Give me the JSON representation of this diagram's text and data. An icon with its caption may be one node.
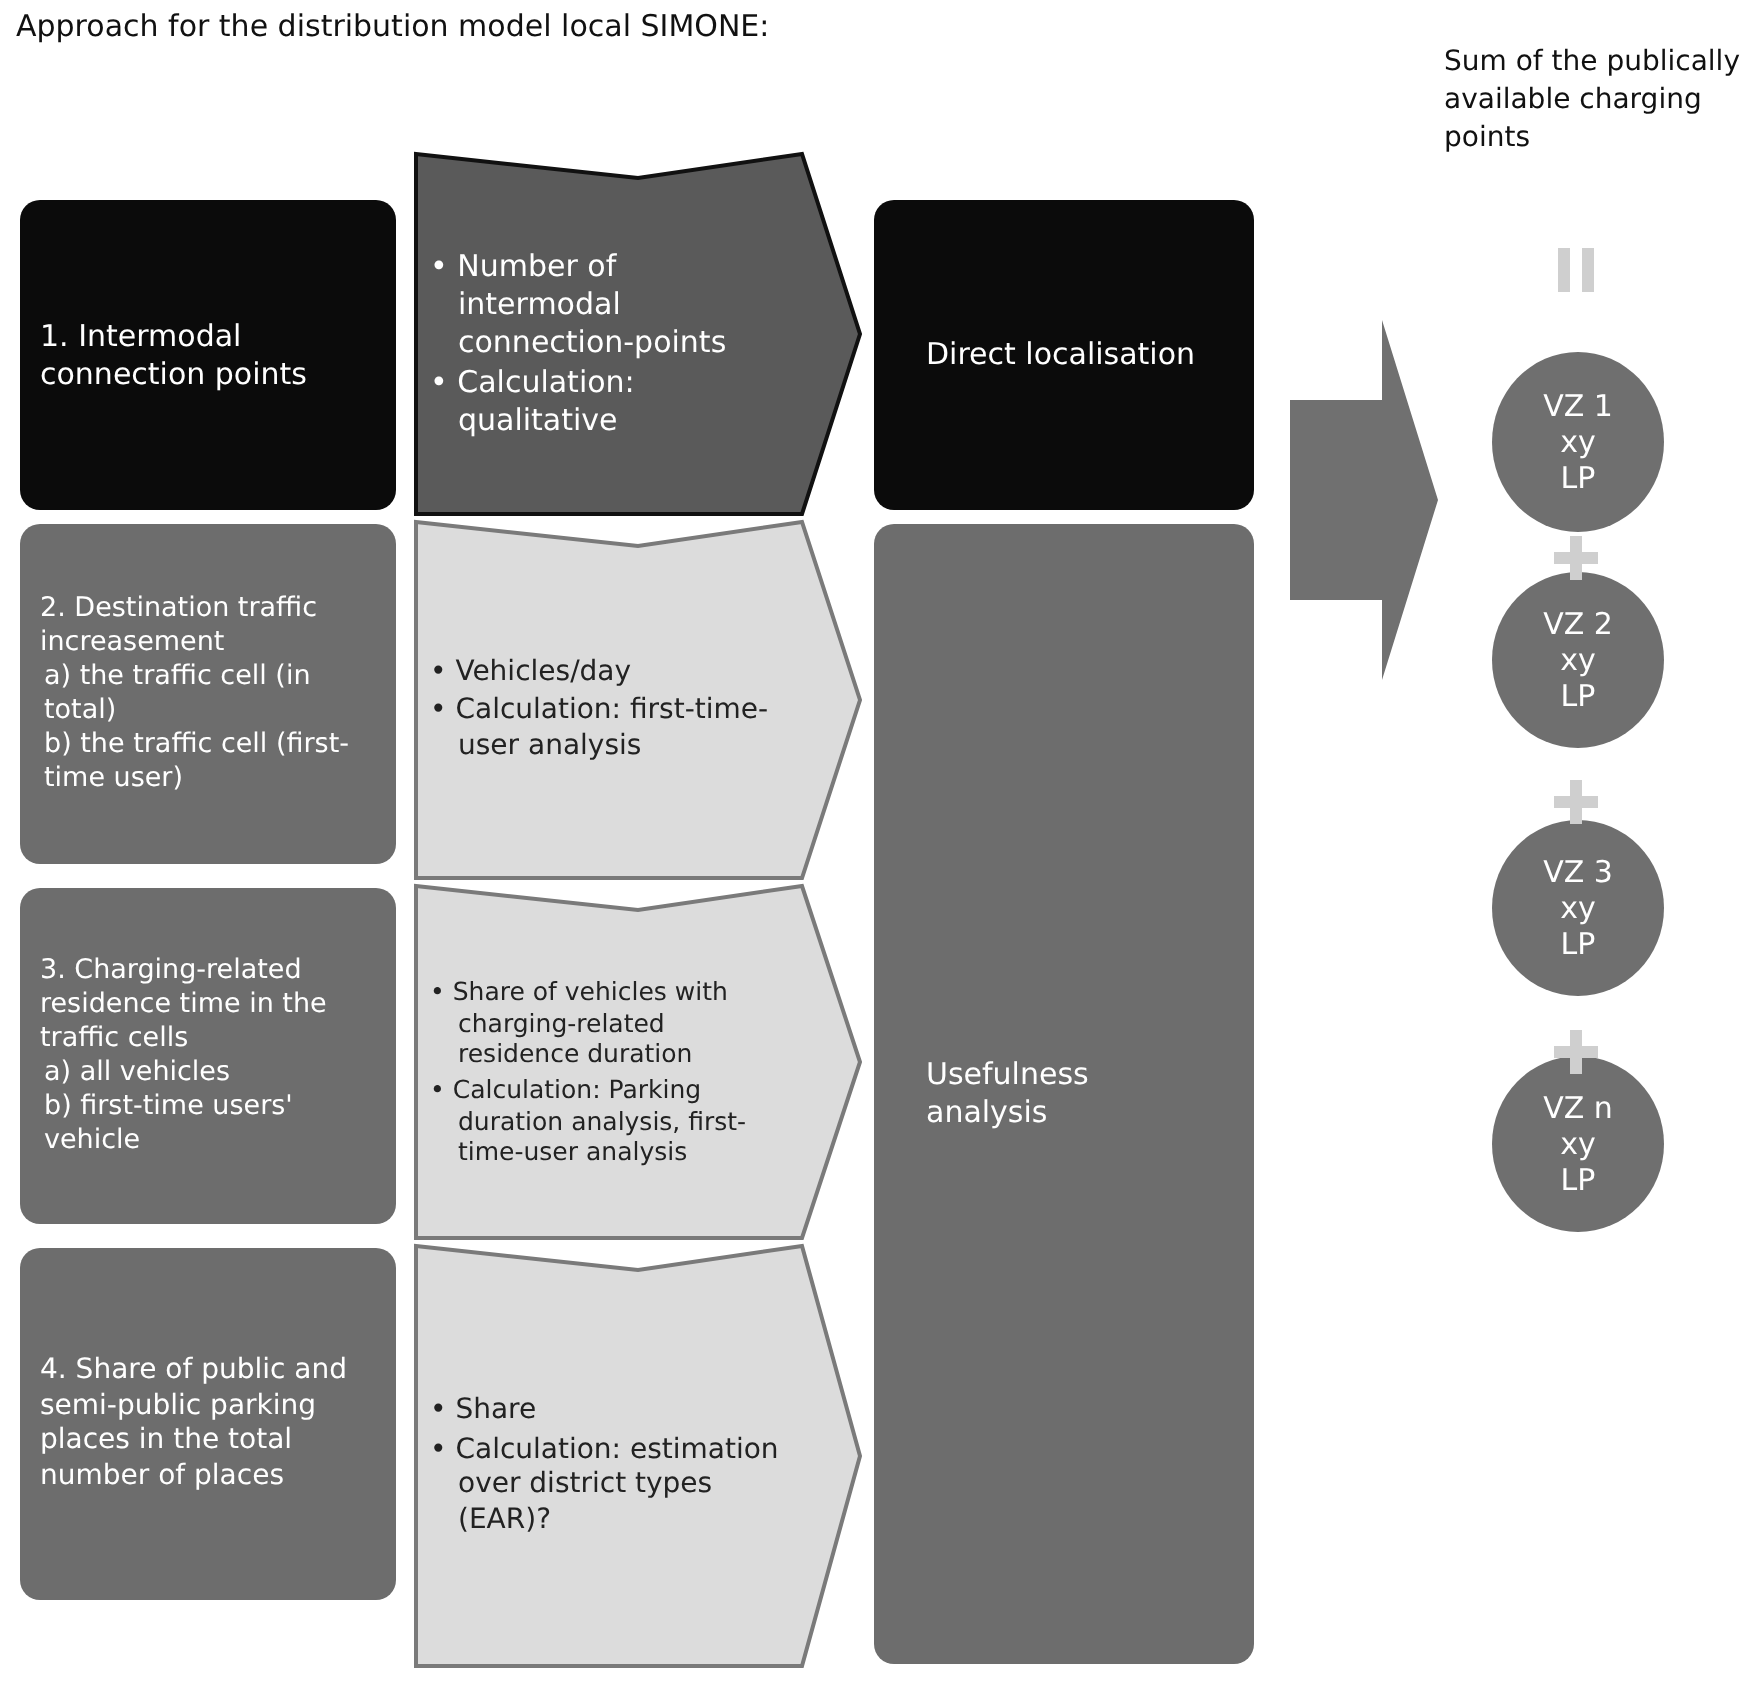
{
  "diagram": {
    "title": "Approach for the distribution model local SIMONE:",
    "nodes": [
      {
        "text": [
          "1. Intermodal connection points"
        ]
      },
      {
        "text": [
          "• Number of intermodal connection-points",
          "• Calculation: qualitative"
        ]
      },
      {
        "text": [
          "2. Destination traffic increasement",
          "a) the traffic cell (in total)",
          "b) the traffic cell (first-time user)"
        ]
      },
      {
        "text": [
          "• Vehicles/day",
          "• Calculation: first-time-user analysis"
        ]
      },
      {
        "text": [
          "3. Charging-related residence time in the traffic cells",
          "a) all vehicles",
          "b) first-time users' vehicle"
        ]
      },
      {
        "text": [
          "• Share of vehicles with charging-related residence duration",
          "• Calculation: Parking duration analysis, first-time-user analysis"
        ]
      },
      {
        "text": [
          "4. Share of public and semi-public parking places in the total number of places"
        ]
      },
      {
        "text": [
          "• Share",
          "• Calculation: estimation over district types (EAR)?"
        ]
      },
      {
        "text": [
          "Direct localisation"
        ]
      },
      {
        "text": [
          "Usefulness analysis"
        ]
      },
      {
        "text": [],
        "shape": "arrow"
      },
      {
        "text": [
          "VZ 1",
          "xy",
          "LP"
        ]
      },
      {
        "text": [
          "VZ 2",
          "xy",
          "LP"
        ]
      },
      {
        "text": [
          "VZ 3",
          "xy",
          "LP"
        ]
      },
      {
        "text": [
          "VZ n",
          "xy",
          "LP"
        ]
      }
    ],
    "labels": [
      "Sum of the publically available charging points"
    ]
  }
}
